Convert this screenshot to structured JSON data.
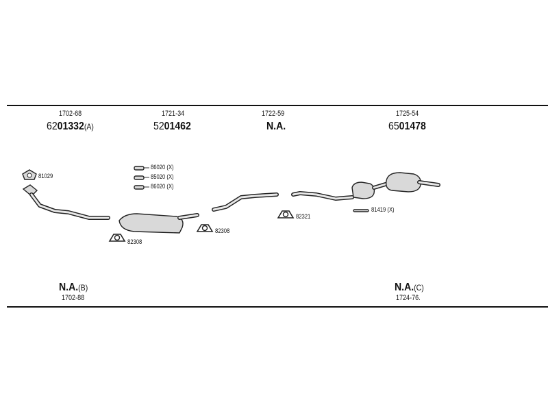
{
  "top_sections": [
    {
      "ref": "1702-68",
      "prefix": "62",
      "number": "01332",
      "suffix": "(A)"
    },
    {
      "ref": "1721-34",
      "prefix": "52",
      "number": "01462",
      "suffix": ""
    },
    {
      "ref": "1722-59",
      "prefix": "",
      "number": "N.A.",
      "suffix": ""
    },
    {
      "ref": "1725-54",
      "prefix": "65",
      "number": "01478",
      "suffix": ""
    }
  ],
  "bottom_sections": [
    {
      "number": "N.A.",
      "suffix": "(B)",
      "ref": "1702-88"
    },
    {
      "number": "N.A.",
      "suffix": "(C)",
      "ref": "1724-76."
    }
  ],
  "part_labels": {
    "p81029": "81029",
    "p86020a": "86020 (X)",
    "p85020": "85020 (X)",
    "p86020b": "86020 (X)",
    "p82308a": "82308",
    "p82308b": "82308",
    "p82321": "82321",
    "p81419": "81419 (X)"
  },
  "colors": {
    "line": "#111111",
    "part_fill": "#d9d9d9"
  }
}
